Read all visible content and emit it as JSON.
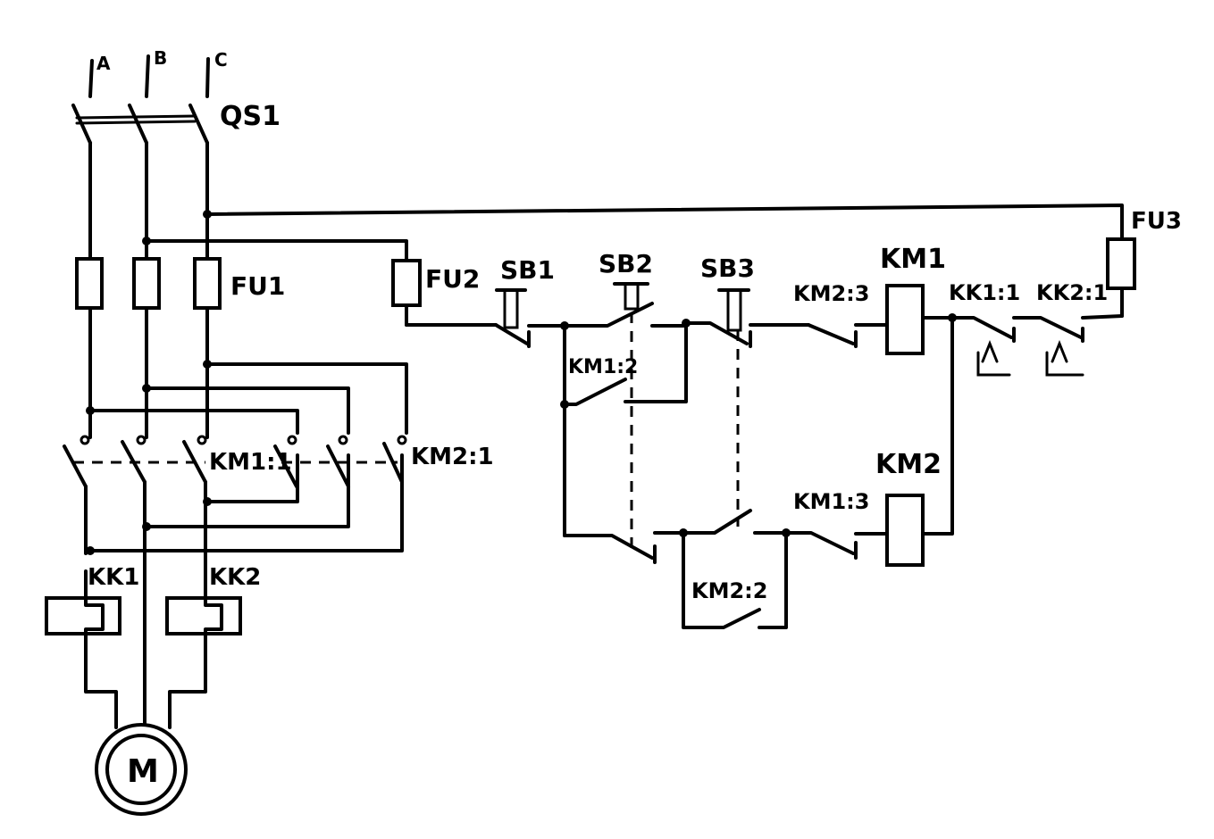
{
  "phases": {
    "a": "A",
    "b": "B",
    "c": "C"
  },
  "labels": {
    "qs1": "QS1",
    "fu1": "FU1",
    "fu2": "FU2",
    "fu3": "FU3",
    "sb1": "SB1",
    "sb2": "SB2",
    "sb3": "SB3",
    "km1": "KM1",
    "km2": "KM2",
    "km1_1": "KM1:1",
    "km2_1": "KM2:1",
    "km1_2": "KM1:2",
    "km1_3": "KM1:3",
    "km2_2": "KM2:2",
    "km2_3": "KM2:3",
    "kk1": "KK1",
    "kk2": "KK2",
    "kk1_1": "KK1:1",
    "kk2_1": "KK2:1",
    "motor": "M"
  },
  "colors": {
    "ink": "#000000",
    "paper": "#ffffff"
  }
}
